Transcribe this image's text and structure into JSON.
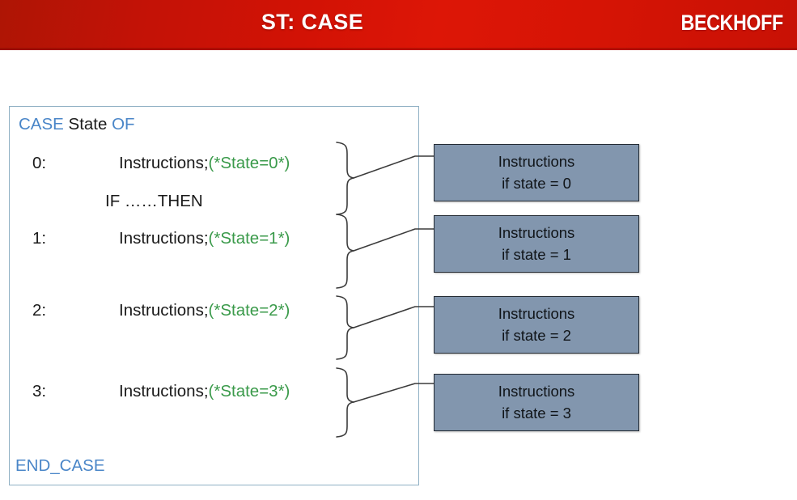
{
  "header": {
    "title": "ST: CASE",
    "brand": "BECKHOFF",
    "band_color": "#d21205",
    "text_color": "#ffffff"
  },
  "code_panel": {
    "border_color": "#8fb0c4",
    "keyword_color": "#4a86c8",
    "comment_color": "#3a9a4a",
    "text_color": "#1a1a1a",
    "lines": {
      "case_keyword": "CASE",
      "case_variable": "State",
      "of_keyword": "OF",
      "label_0": "0:",
      "instr_0": "Instructions;",
      "comment_0": "(*State=0*)",
      "if_then": "IF ……THEN",
      "label_1": "1:",
      "instr_1": "Instructions;",
      "comment_1": "(*State=1*)",
      "label_2": "2:",
      "instr_2": "Instructions;",
      "comment_2": "(*State=2*)",
      "label_3": "3:",
      "instr_3": "Instructions;",
      "comment_3": "(*State=3*)",
      "end_case": "END_CASE"
    }
  },
  "state_boxes": {
    "fill_color": "#8296ae",
    "border_color": "#232a33",
    "items": [
      {
        "line1": "Instructions",
        "line2": "if state = 0"
      },
      {
        "line1": "Instructions",
        "line2": "if state = 1"
      },
      {
        "line1": "Instructions",
        "line2": "if state = 2"
      },
      {
        "line1": "Instructions",
        "line2": "if state = 3"
      }
    ]
  },
  "connectors": {
    "stroke_color": "#3b3b3b",
    "count": 4,
    "description": "curly brace groupings with diagonal leader lines to each state box"
  }
}
